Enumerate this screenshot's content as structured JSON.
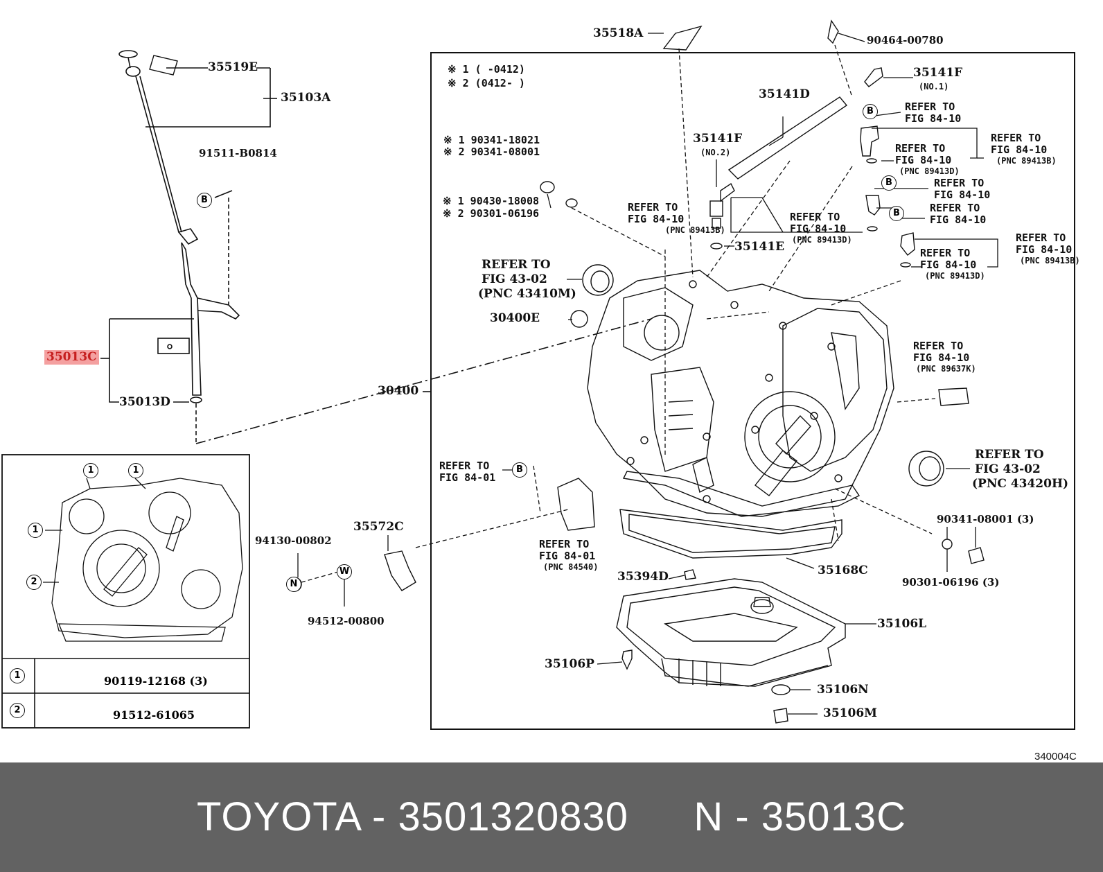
{
  "diagram": {
    "ref_code": "340004C",
    "notes": {
      "line1": "※ 1 (       -0412)",
      "line2": "※ 2 (0412-       )"
    },
    "parts": {
      "p35518A": "35518A",
      "p90464": "90464-00780",
      "p35141F_top": "35141F",
      "p35141F_top_sub": "(NO.1)",
      "p35141D": "35141D",
      "p35141F_mid": "35141F",
      "p35141F_mid_sub": "(NO.2)",
      "p35141E": "35141E",
      "p35519E": "35519E",
      "p35103A": "35103A",
      "p91511": "91511-B0814",
      "p35013C": "35013C",
      "p35013D": "35013D",
      "p30400": "30400",
      "p30400E": "30400E",
      "p90341_1": "※ 1 90341-18021",
      "p90341_2": "※ 2 90341-08001",
      "p90430_1": "※ 1 90430-18008",
      "p90301_2": "※ 2 90301-06196",
      "p35572C": "35572C",
      "p94130": "94130-00802",
      "p94512": "94512-00800",
      "p35394D": "35394D",
      "p35168C": "35168C",
      "p35106L": "35106L",
      "p35106P": "35106P",
      "p35106N": "35106N",
      "p35106M": "35106M",
      "p90341_08001": "90341-08001 (3)",
      "p90301_06196": "90301-06196 (3)"
    },
    "refs": {
      "r_b_top_1": "REFER TO",
      "r_b_top_2": "FIG 84-10",
      "r_right1_1": "REFER TO",
      "r_right1_2": "FIG 84-10",
      "r_right1_3": "(PNC 89413B)",
      "r_inner1_1": "REFER TO",
      "r_inner1_2": "FIG 84-10",
      "r_inner1_3": "(PNC 89413D)",
      "r_b_mid_1": "REFER TO",
      "r_b_mid_2": "FIG 84-10",
      "r_left_1": "REFER TO",
      "r_left_2": "FIG 84-10",
      "r_left_3": "(PNC 89413B)",
      "r_center_1": "REFER TO",
      "r_center_2": "FIG 84-10",
      "r_center_3": "(PNC 89413D)",
      "r_b_low_1": "REFER TO",
      "r_b_low_2": "FIG 84-10",
      "r_right2_1": "REFER TO",
      "r_right2_2": "FIG 84-10",
      "r_right2_3": "(PNC 89413B)",
      "r_inner2_1": "REFER TO",
      "r_inner2_2": "FIG 84-10",
      "r_inner2_3": "(PNC 89413D)",
      "r_seal_1": "REFER TO",
      "r_seal_2": "FIG 43-02",
      "r_seal_3": "(PNC 43410M)",
      "r_89637_1": "REFER TO",
      "r_89637_2": "FIG 84-10",
      "r_89637_3": "(PNC 89637K)",
      "r_43420_1": "REFER TO",
      "r_43420_2": "FIG 43-02",
      "r_43420_3": "(PNC 43420H)",
      "r_8401_1": "REFER TO",
      "r_8401_2": "FIG 84-01",
      "r_84540_1": "REFER TO",
      "r_84540_2": "FIG 84-01",
      "r_84540_3": "(PNC 84540)"
    },
    "circle_letters": {
      "b": "B",
      "n": "N",
      "w": "W"
    },
    "inset_callouts": {
      "one": "1",
      "two": "2"
    },
    "table": [
      {
        "key": "1",
        "part": "90119-12168 (3)"
      },
      {
        "key": "2",
        "part": "91512-61065"
      }
    ]
  },
  "footer": {
    "brand": "TOYOTA",
    "sep1": "-",
    "number": "3501320830",
    "n": "N",
    "sep2": "-",
    "code": "35013C"
  }
}
